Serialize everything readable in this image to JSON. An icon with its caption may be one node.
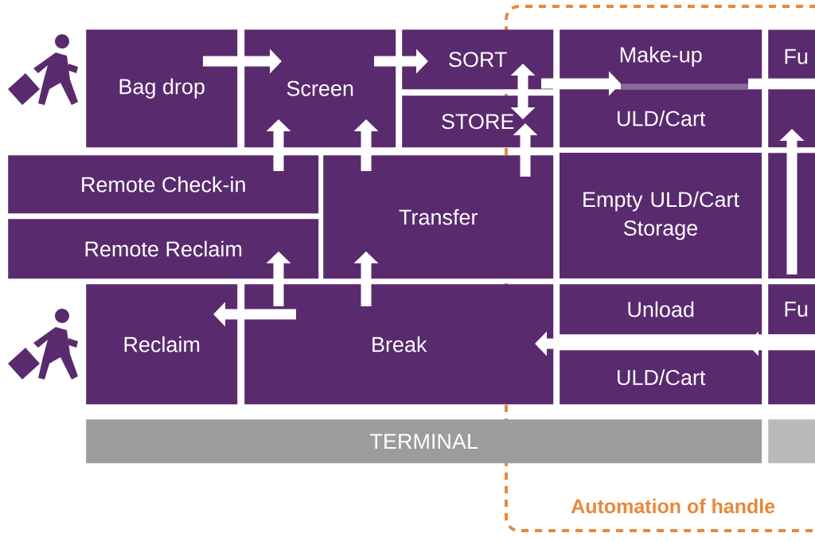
{
  "diagram": {
    "labels": [
      "Automation of handle"
    ],
    "nodes": [
      {
        "text": [
          "Bag drop"
        ]
      },
      {
        "text": [
          "Screen"
        ]
      },
      {
        "text": [
          "SORT"
        ]
      },
      {
        "text": [
          "Make-up"
        ]
      },
      {
        "text": [
          "Fu"
        ]
      },
      {
        "text": [
          "STORE"
        ]
      },
      {
        "text": [
          "ULD/Cart"
        ]
      },
      {
        "text": [],
        "shape": "box"
      },
      {
        "text": [
          "Remote Check-in"
        ]
      },
      {
        "text": [
          "Transfer"
        ]
      },
      {
        "text": [
          "Empty ULD/Cart Storage"
        ]
      },
      {
        "text": [],
        "shape": "box"
      },
      {
        "text": [
          "Remote Reclaim"
        ]
      },
      {
        "text": [
          "Reclaim"
        ]
      },
      {
        "text": [
          "Break"
        ]
      },
      {
        "text": [
          "Unload"
        ]
      },
      {
        "text": [
          "Fu"
        ]
      },
      {
        "text": [
          "ULD/Cart"
        ]
      },
      {
        "text": [],
        "shape": "box"
      },
      {
        "text": [
          "TERMINAL"
        ]
      },
      {
        "text": [],
        "shape": "box"
      }
    ],
    "edges": [
      {
        "from": 0,
        "to": 1,
        "arrow": "to"
      },
      {
        "from": 1,
        "to": 2,
        "arrow": "to"
      },
      {
        "from": 8,
        "to": 1,
        "arrow": "to"
      },
      {
        "from": 9,
        "to": 1,
        "arrow": "to"
      },
      {
        "from": 2,
        "to": 5,
        "arrow": "both"
      },
      {
        "from": 9,
        "to": 5,
        "arrow": "to"
      },
      {
        "from": 2,
        "to": 3,
        "arrow": "to"
      },
      {
        "from": 3,
        "to": 4,
        "arrow": "none"
      },
      {
        "from": 11,
        "to": 7,
        "arrow": "to"
      },
      {
        "from": 14,
        "to": 13,
        "arrow": "to"
      },
      {
        "from": 14,
        "to": 12,
        "arrow": "to"
      },
      {
        "from": 14,
        "to": 9,
        "arrow": "to"
      },
      {
        "from": 15,
        "to": 14,
        "arrow": "to"
      },
      {
        "from": 16,
        "to": 15,
        "arrow": "to"
      }
    ]
  }
}
